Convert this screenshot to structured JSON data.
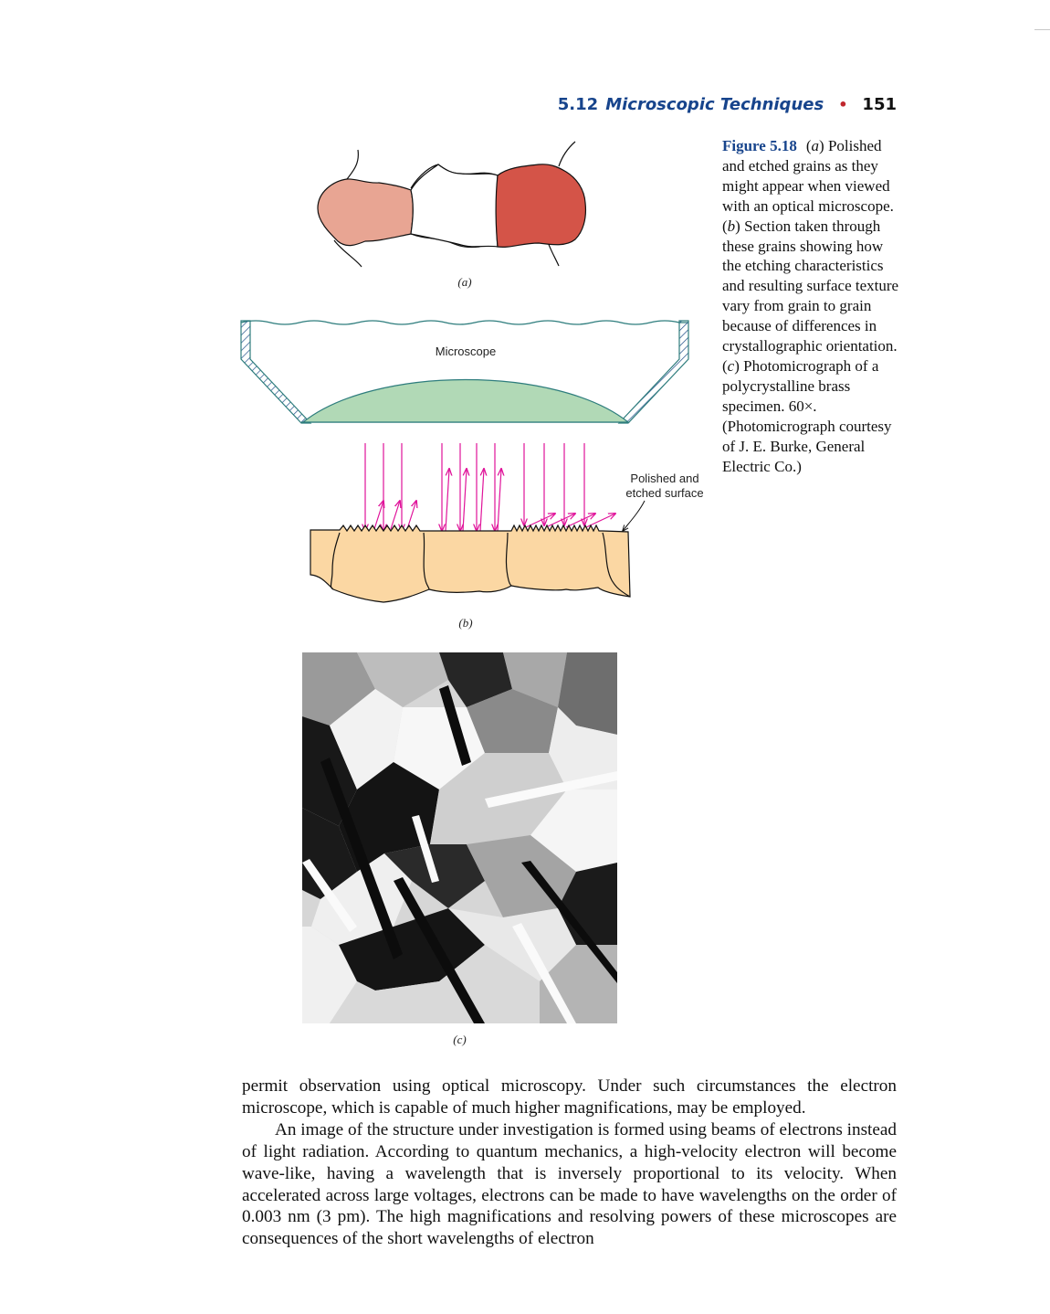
{
  "header": {
    "section_number": "5.12",
    "section_title": "Microscopic Techniques",
    "bullet": "•",
    "page_number": "151"
  },
  "figure": {
    "label": "Figure 5.18",
    "caption_parts": [
      {
        "text": "(",
        "italic": false
      },
      {
        "text": "a",
        "italic": true
      },
      {
        "text": ") Polished and etched grains as they might appear when viewed with an optical microscope. (",
        "italic": false
      },
      {
        "text": "b",
        "italic": true
      },
      {
        "text": ") Section taken through these grains showing how the etching characteristics and resulting surface texture vary from grain to grain because of differences in crystallographic orientation. (",
        "italic": false
      },
      {
        "text": "c",
        "italic": true
      },
      {
        "text": ") Photomicrograph of a polycrystalline brass specimen. 60×. (Photomicrograph courtesy of J. E. Burke, General Electric Co.)",
        "italic": false
      }
    ],
    "sub_a": "(a)",
    "sub_b": "(b)",
    "sub_c": "(c)",
    "microscope_label": "Microscope",
    "surface_label_line1": "Polished and",
    "surface_label_line2": "etched surface"
  },
  "colors": {
    "grain_left": "#e8a593",
    "grain_middle": "#ffffff",
    "grain_right": "#d45448",
    "lens": "#b1d9b6",
    "specimen": "#fbd7a3",
    "light_rays": "#e0139a",
    "microscope_outline": "#2e7d7d",
    "heading_blue": "#17448c",
    "bullet_red": "#c0272d"
  },
  "body": {
    "paragraph_1": "permit observation using optical microscopy. Under such circumstances the electron microscope, which is capable of much higher magnifications, may be employed.",
    "paragraph_2": "An image of the structure under investigation is formed using beams of electrons instead of light radiation. According to quantum mechanics, a high-velocity electron will become wave-like, having a wavelength that is inversely proportional to its velocity. When accelerated across large voltages, electrons can be made to have wavelengths on the order of 0.003 nm (3 pm). The high magnifications and resolving powers of these microscopes are consequences of the short wavelengths of electron"
  }
}
